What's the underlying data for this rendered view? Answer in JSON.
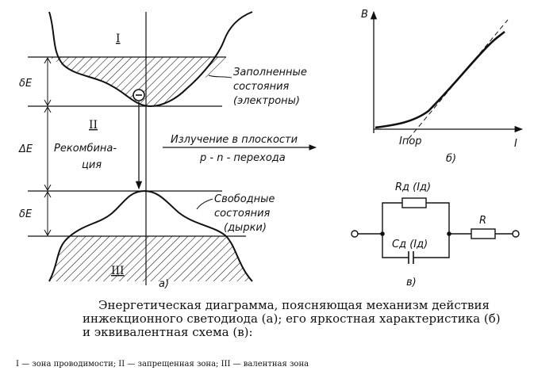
{
  "diagram_a": {
    "zone_I": "I",
    "zone_II": "II",
    "zone_III": "III",
    "delta_e_top": "δE",
    "delta_big": "ΔE",
    "delta_e_bottom": "δE",
    "filled_states": [
      "Заполненные",
      "состояния",
      "(электроны)"
    ],
    "recombination": [
      "Рекомби-",
      "нация"
    ],
    "recombination_wrap": [
      "Рекомбина-",
      "ция"
    ],
    "emission": [
      "Излучение в плоскости",
      "p - n - перехода"
    ],
    "free_states": [
      "Свободные",
      "состояния",
      "(дырки)"
    ],
    "sublabel": "а)"
  },
  "diagram_b": {
    "y_axis": "B",
    "x_axis": "I",
    "threshold": "Iпор",
    "sublabel": "б)"
  },
  "diagram_v": {
    "r_d": "Rд (Iд)",
    "c_d": "Cд (Iд)",
    "r": "R",
    "sublabel": "в)"
  },
  "caption": {
    "line1": "Энергетическая диаграмма, поясняющая механизм действия",
    "line2": "инжекционного светодиода (а); его яркостная характеристика (б)",
    "line3": "и эквивалентная схема (в):",
    "legend": "I — зона проводимости; II — запрещенная зона; III — валентная зона"
  }
}
